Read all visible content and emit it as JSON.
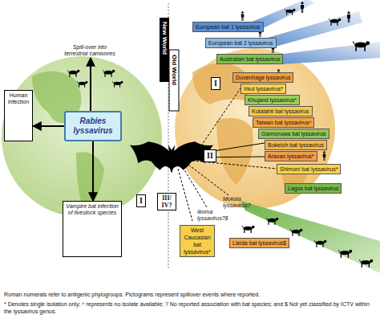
{
  "diagram": {
    "caption": "Roman numerals refer to antigenic phylogroups. Pictograms represent spillover events where reported.",
    "nodes": [
      {
        "text": [
          "Human infection"
        ]
      },
      {
        "text": [
          "Spill-over into terrestrial carnivores"
        ]
      },
      {
        "text": [
          "Rabies lyssavirus"
        ]
      },
      {
        "text": [
          "Vampire bat infection of livestock species"
        ]
      },
      {
        "text": [
          "I"
        ]
      },
      {
        "text": [
          "III/ IV?"
        ]
      },
      {
        "text": [
          "I"
        ]
      },
      {
        "text": [
          "II"
        ]
      },
      {
        "text": [
          "European bat 1 lyssavirus"
        ]
      },
      {
        "text": [
          "European bat 2 lyssavirus"
        ]
      },
      {
        "text": [
          "Australian bat lyssavirus"
        ]
      },
      {
        "text": [
          "Duvenhage lyssavirus"
        ]
      },
      {
        "text": [
          "Irkut lyssavirus*"
        ]
      },
      {
        "text": [
          "Khujand lyssavirus*"
        ]
      },
      {
        "text": [
          "Kotalahti bat lyssavirus"
        ]
      },
      {
        "text": [
          "Taiwan bat lyssavirus^"
        ]
      },
      {
        "text": [
          "Gannoruwa bat lyssavirus"
        ]
      },
      {
        "text": [
          "Bokeloh bat lyssavirus"
        ]
      },
      {
        "text": [
          "Aravan lyssavirus*"
        ]
      },
      {
        "text": [
          "Shimoni bat lyssavirus*"
        ]
      },
      {
        "text": [
          "Lagos bat lyssavirus"
        ]
      },
      {
        "text": [
          "West Caucasian bat lyssavirus*"
        ]
      },
      {
        "text": [
          "Lleida bat lyssavirus$"
        ]
      }
    ],
    "edges": [
      {
        "from": 2,
        "to": 0,
        "arrow": "to"
      },
      {
        "from": 2,
        "to": 1,
        "arrow": "to"
      },
      {
        "from": 2,
        "to": 3,
        "arrow": "to"
      }
    ],
    "labels": [
      "New World",
      "Old World",
      "Mokola lyssavirus?",
      "Ikoma lyssavirus?$",
      "* Denotes single isolation only; ^ represents no isolate available; ? No reported association with bat species; and $ Not yet classified by ICTV within the lyssavirus genus."
    ]
  }
}
